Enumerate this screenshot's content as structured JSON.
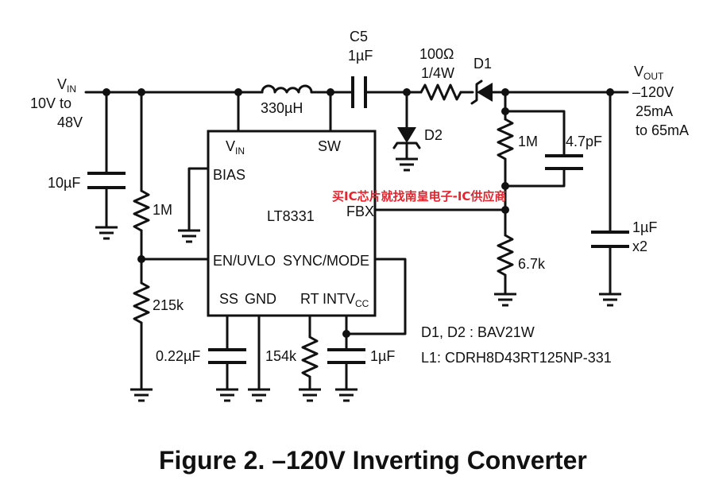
{
  "vin": {
    "symbol": "V",
    "sub": "IN",
    "range_line1": "10V to",
    "range_line2": "48V"
  },
  "vout": {
    "symbol": "V",
    "sub": "OUT",
    "line1": "–120V",
    "line2": "25mA",
    "line3": "to 65mA"
  },
  "ic": {
    "name": "LT8331",
    "pins": {
      "vin": "V",
      "vin_sub": "IN",
      "sw": "SW",
      "bias": "BIAS",
      "fbx": "FBX",
      "en_uvlo": "EN/UVLO",
      "sync_mode": "SYNC/MODE",
      "ss": "SS",
      "gnd": "GND",
      "rt": "RT",
      "intvcc": "INTV",
      "intvcc_sub": "CC"
    }
  },
  "components": {
    "c_in": "10µF",
    "r_en_top": "1M",
    "r_en_bot": "215k",
    "inductor": "330µH",
    "c5_name": "C5",
    "c5_value": "1µF",
    "r_series_value": "100Ω",
    "r_series_power": "1/4W",
    "d1": "D1",
    "d2": "D2",
    "r_fb_top": "1M",
    "c_fb": "4.7pF",
    "r_fb_bot": "6.7k",
    "c_out_value": "1µF",
    "c_out_count": "x2",
    "c_ss": "0.22µF",
    "r_rt": "154k",
    "c_intvcc": "1µF"
  },
  "notes": {
    "diodes": "D1, D2 : BAV21W",
    "inductor": "L1: CDRH8D43RT125NP-331"
  },
  "watermark": "买IC芯片就找南皇电子-IC供应商",
  "caption": "Figure 2. –120V Inverting Converter"
}
